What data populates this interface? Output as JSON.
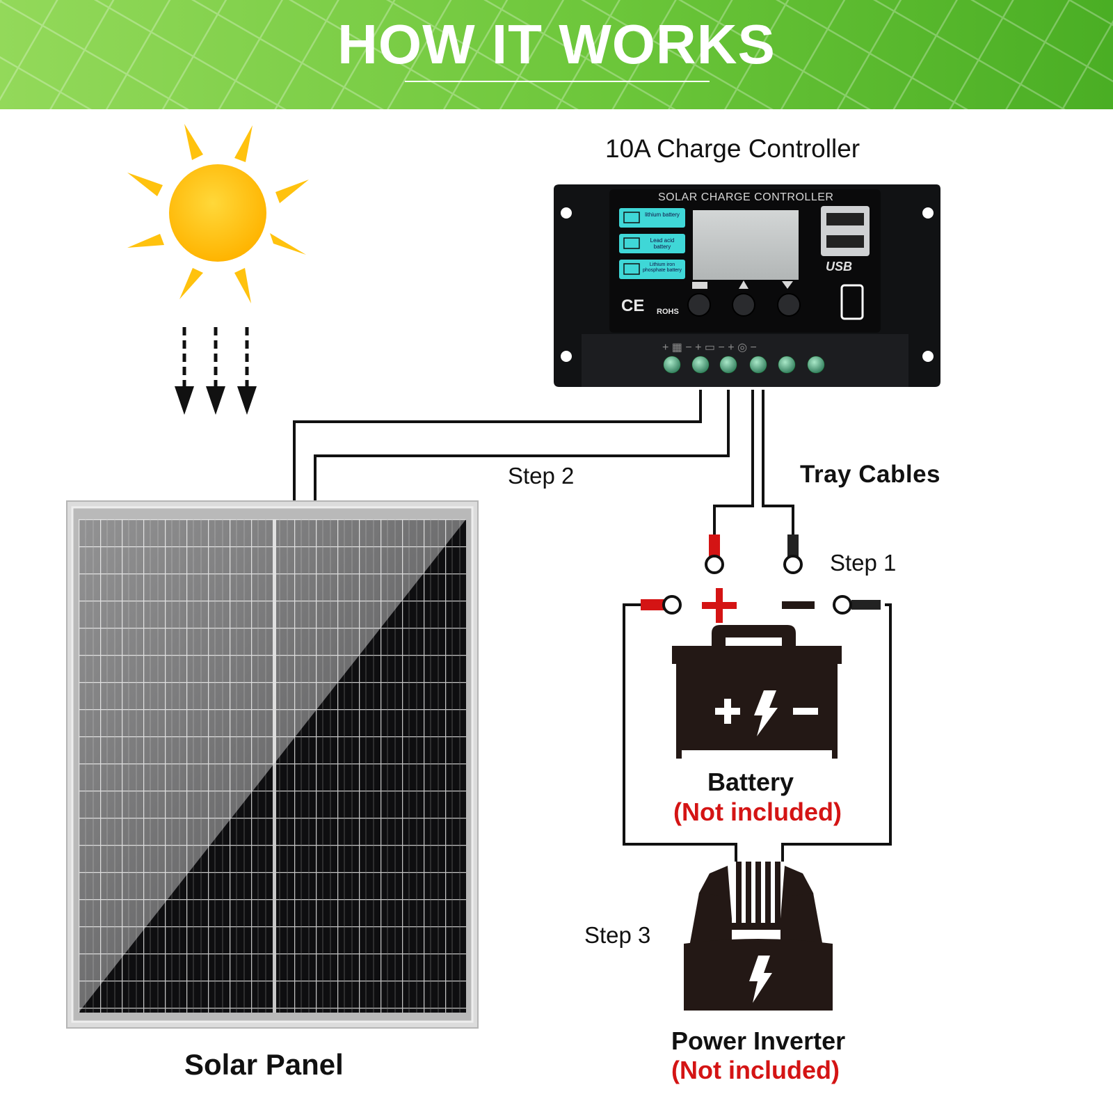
{
  "banner": {
    "title": "HOW IT WORKS"
  },
  "labels": {
    "controller": "10A Charge Controller",
    "tray_cables": "Tray Cables",
    "step1": "Step 1",
    "step2": "Step 2",
    "step3": "Step 3",
    "battery": "Battery",
    "battery_note": "(Not included)",
    "inverter": "Power Inverter",
    "inverter_note": "(Not included)",
    "solar_panel": "Solar Panel"
  },
  "controller_device": {
    "header": "SOLAR CHARGE CONTROLLER",
    "battery_types": [
      "lithium battery",
      "Lead acid battery",
      "Lithium iron phosphate battery"
    ],
    "usb_label": "USB",
    "cert": "CE",
    "rohs": "ROHS"
  },
  "colors": {
    "banner_green": "#7ccf3c",
    "positive_red": "#d41414",
    "icon_dark": "#231815",
    "sun_yellow": "#ffc20e",
    "teal": "#3fd7d7"
  }
}
